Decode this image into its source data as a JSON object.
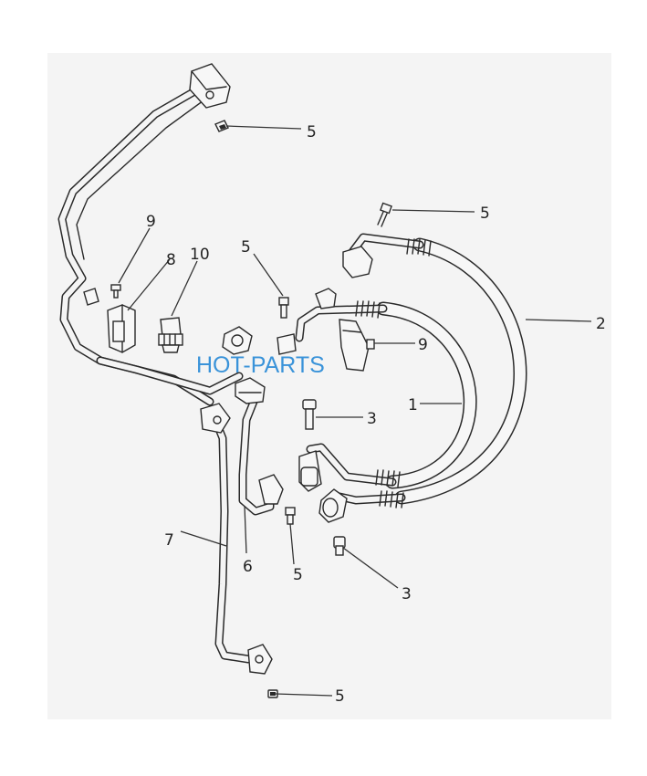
{
  "watermark": "HOT-PARTS",
  "callouts": {
    "c5a": "5",
    "c5b": "5",
    "c5c": "5",
    "c5d": "5",
    "c5e": "5",
    "c2": "2",
    "c9a": "9",
    "c9b": "9",
    "c8": "8",
    "c10": "10",
    "c1": "1",
    "c3a": "3",
    "c3b": "3",
    "c7": "7",
    "c6": "6"
  }
}
